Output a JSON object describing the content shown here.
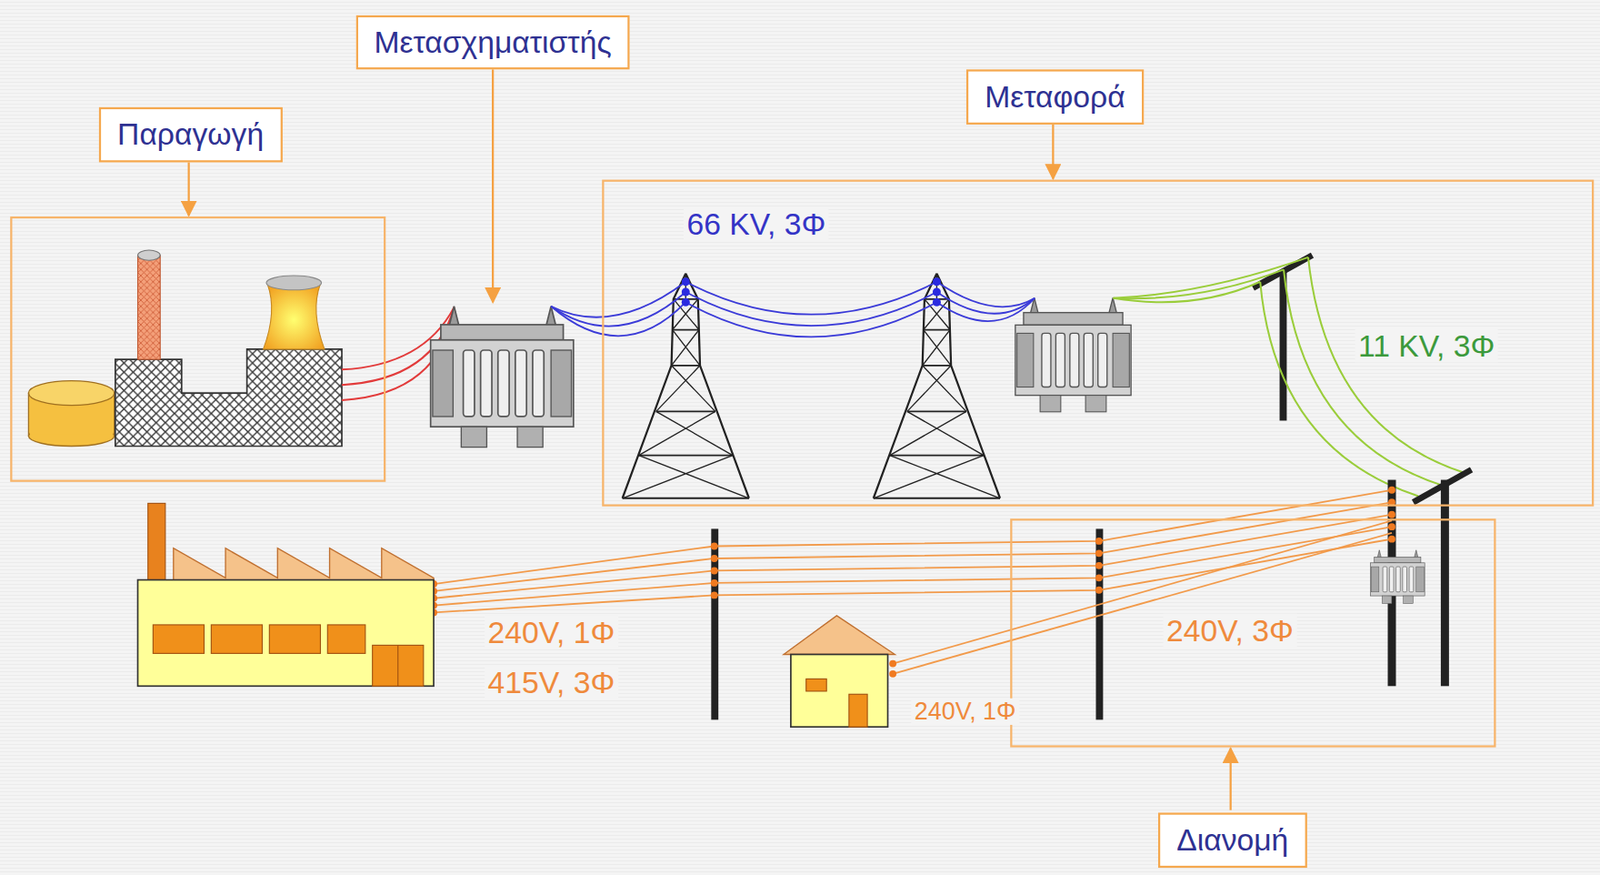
{
  "diagram": {
    "nodes": [
      {
        "text": [
          "Παραγωγή"
        ]
      },
      {
        "text": [
          "Μεταφορά"
        ]
      },
      {
        "text": [
          "Διανομή"
        ]
      }
    ],
    "labels": [
      "Μετασχηματιστής",
      "66 KV, 3Φ",
      "11 KV, 3Φ",
      "240V, 1Φ",
      "415V, 3Φ",
      "240V, 3Φ",
      "240V, 1Φ"
    ]
  }
}
